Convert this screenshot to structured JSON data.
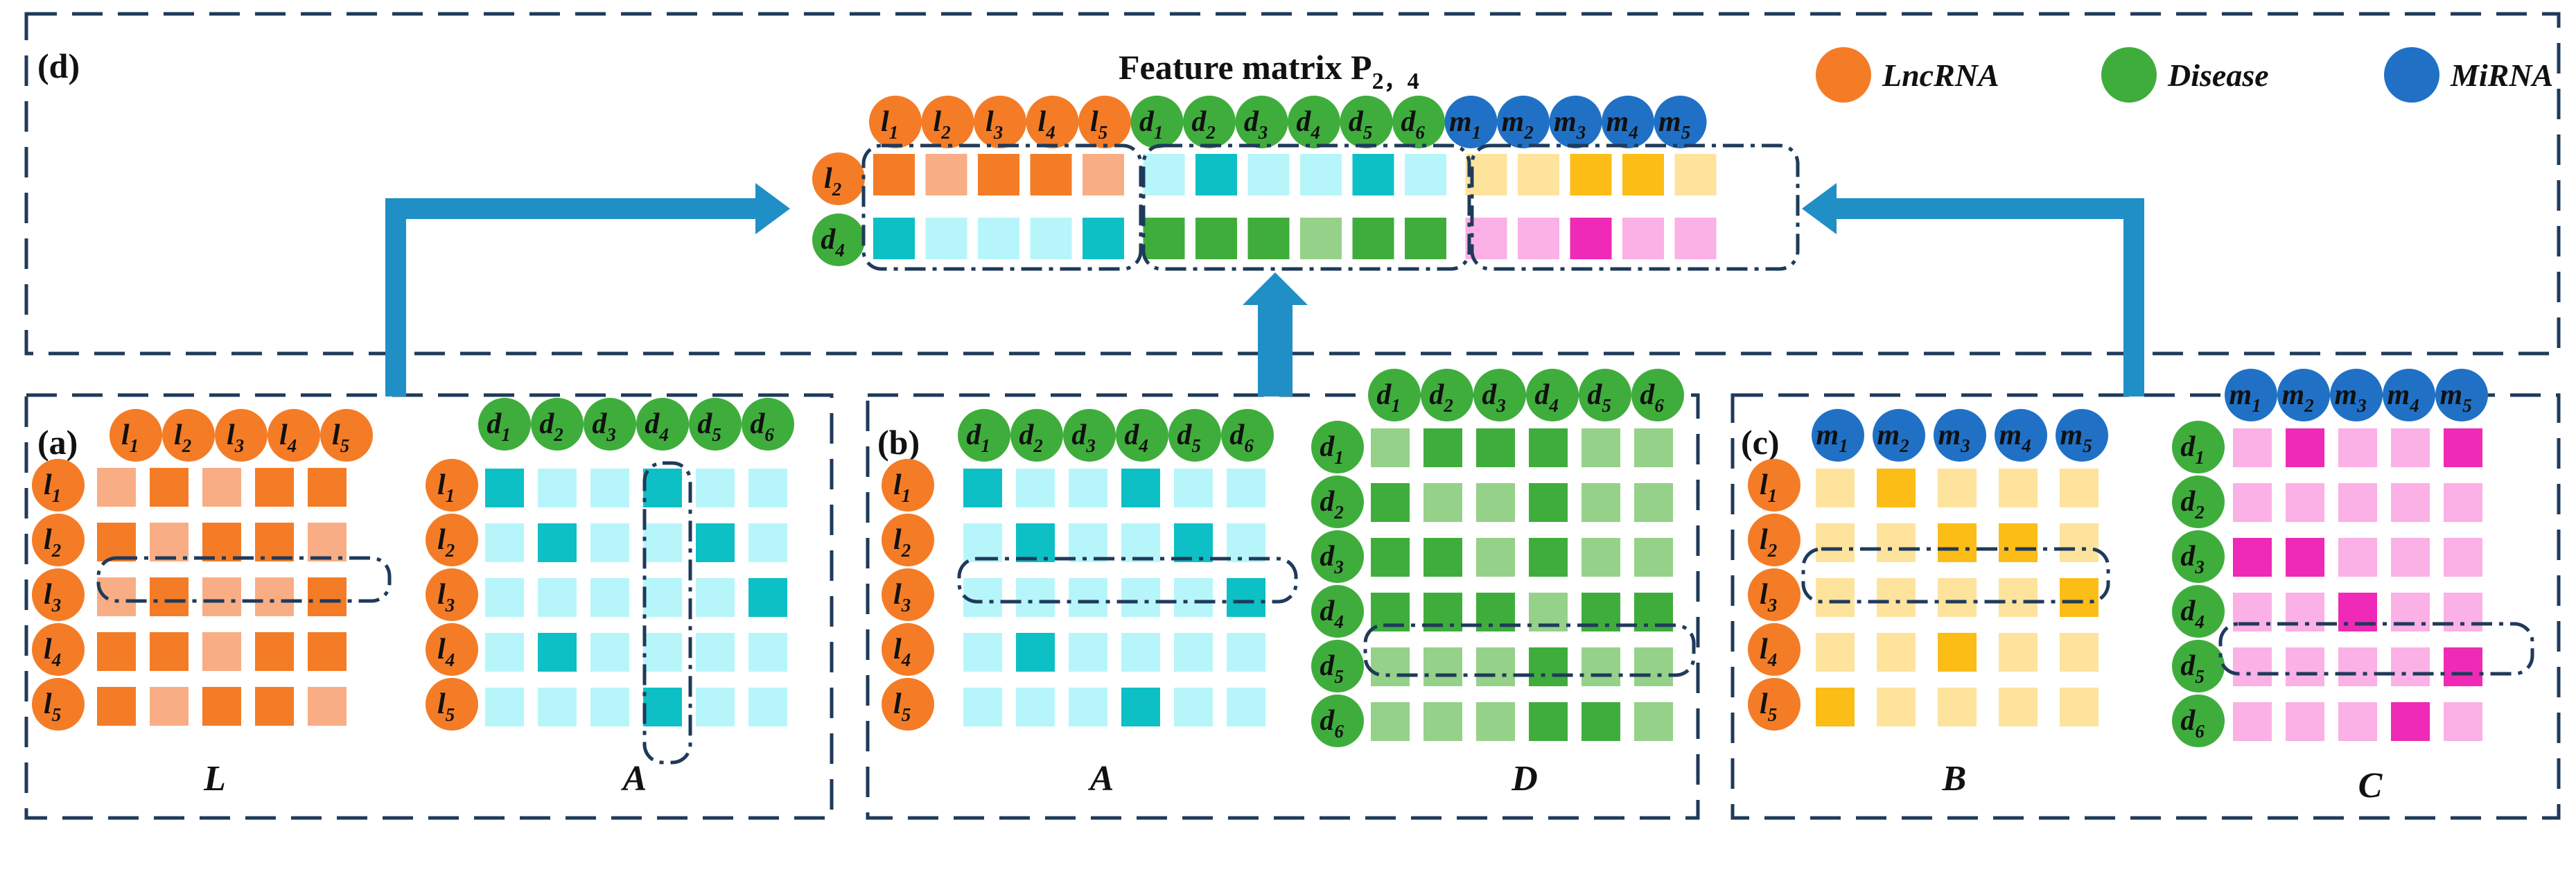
{
  "colors": {
    "lnc_dark": "#f47c26",
    "lnc_light": "#f9ad84",
    "cyan_dark": "#0cc0c6",
    "cyan_light": "#b6f6fb",
    "green_dark": "#3fad3c",
    "green_light": "#96d18a",
    "yellow_dark": "#fbbd16",
    "yellow_light": "#fde39c",
    "pink_dark": "#ee2ab6",
    "pink_light": "#fbb0e6",
    "lnc_node": "#f47c26",
    "disease_node": "#3fad3c",
    "mirna_node": "#2071c6",
    "frame": "#1f3a5a",
    "arrow": "#1f8fc6"
  },
  "panel_d": {
    "label": "(d)",
    "title": "Feature matrix P",
    "title_sub": "2，4"
  },
  "legend": [
    {
      "name": "lnc-legend",
      "label": "LncRNA",
      "color": "#f47c26"
    },
    {
      "name": "disease-legend",
      "label": "Disease",
      "color": "#3fad3c"
    },
    {
      "name": "mirna-legend",
      "label": "MiRNA",
      "color": "#2071c6"
    }
  ],
  "panels": {
    "a": {
      "label": "(a)"
    },
    "b": {
      "label": "(b)"
    },
    "c": {
      "label": "(c)"
    }
  },
  "nodes": {
    "l": [
      {
        "base": "l",
        "sub": "1"
      },
      {
        "base": "l",
        "sub": "2"
      },
      {
        "base": "l",
        "sub": "3"
      },
      {
        "base": "l",
        "sub": "4"
      },
      {
        "base": "l",
        "sub": "5"
      }
    ],
    "d": [
      {
        "base": "d",
        "sub": "1"
      },
      {
        "base": "d",
        "sub": "2"
      },
      {
        "base": "d",
        "sub": "3"
      },
      {
        "base": "d",
        "sub": "4"
      },
      {
        "base": "d",
        "sub": "5"
      },
      {
        "base": "d",
        "sub": "6"
      }
    ],
    "m": [
      {
        "base": "m",
        "sub": "1"
      },
      {
        "base": "m",
        "sub": "2"
      },
      {
        "base": "m",
        "sub": "3"
      },
      {
        "base": "m",
        "sub": "4"
      },
      {
        "base": "m",
        "sub": "5"
      }
    ],
    "feature_rows": [
      {
        "base": "l",
        "sub": "2"
      },
      {
        "base": "d",
        "sub": "4"
      }
    ]
  },
  "matrices": {
    "L": {
      "label": "L",
      "dark": "lnc_dark",
      "light": "lnc_light",
      "cells": [
        [
          0,
          1,
          0,
          1,
          1
        ],
        [
          1,
          0,
          1,
          1,
          0
        ],
        [
          0,
          1,
          0,
          0,
          1
        ],
        [
          1,
          1,
          0,
          1,
          1
        ],
        [
          1,
          0,
          1,
          1,
          0
        ]
      ]
    },
    "A_a": {
      "label": "A",
      "dark": "cyan_dark",
      "light": "cyan_light",
      "cells": [
        [
          1,
          0,
          0,
          1,
          0,
          0
        ],
        [
          0,
          1,
          0,
          0,
          1,
          0
        ],
        [
          0,
          0,
          0,
          0,
          0,
          1
        ],
        [
          0,
          1,
          0,
          0,
          0,
          0
        ],
        [
          0,
          0,
          0,
          1,
          0,
          0
        ]
      ]
    },
    "A_b": {
      "label": "A",
      "dark": "cyan_dark",
      "light": "cyan_light",
      "cells": [
        [
          1,
          0,
          0,
          1,
          0,
          0
        ],
        [
          0,
          1,
          0,
          0,
          1,
          0
        ],
        [
          0,
          0,
          0,
          0,
          0,
          1
        ],
        [
          0,
          1,
          0,
          0,
          0,
          0
        ],
        [
          0,
          0,
          0,
          1,
          0,
          0
        ]
      ]
    },
    "D": {
      "label": "D",
      "dark": "green_dark",
      "light": "green_light",
      "cells": [
        [
          0,
          1,
          1,
          1,
          0,
          0
        ],
        [
          1,
          0,
          0,
          1,
          0,
          0
        ],
        [
          1,
          1,
          0,
          1,
          0,
          0
        ],
        [
          1,
          1,
          1,
          0,
          1,
          1
        ],
        [
          0,
          0,
          0,
          1,
          0,
          0
        ],
        [
          0,
          0,
          0,
          1,
          1,
          0
        ]
      ]
    },
    "B": {
      "label": "B",
      "dark": "yellow_dark",
      "light": "yellow_light",
      "cells": [
        [
          0,
          1,
          0,
          0,
          0
        ],
        [
          0,
          0,
          1,
          1,
          0
        ],
        [
          0,
          0,
          0,
          0,
          1
        ],
        [
          0,
          0,
          1,
          0,
          0
        ],
        [
          1,
          0,
          0,
          0,
          0
        ]
      ]
    },
    "C": {
      "label": "C",
      "dark": "pink_dark",
      "light": "pink_light",
      "cells": [
        [
          0,
          1,
          0,
          0,
          1
        ],
        [
          0,
          0,
          0,
          0,
          0
        ],
        [
          1,
          1,
          0,
          0,
          0
        ],
        [
          0,
          0,
          1,
          0,
          0
        ],
        [
          0,
          0,
          0,
          0,
          1
        ],
        [
          0,
          0,
          0,
          1,
          0
        ]
      ]
    },
    "feature": {
      "rows": [
        [
          [
            "lnc_dark",
            1
          ],
          [
            "lnc_light",
            0
          ],
          [
            "lnc_dark",
            1
          ],
          [
            "lnc_dark",
            1
          ],
          [
            "lnc_light",
            0
          ],
          [
            "cyan_light",
            0
          ],
          [
            "cyan_dark",
            1
          ],
          [
            "cyan_light",
            0
          ],
          [
            "cyan_light",
            0
          ],
          [
            "cyan_dark",
            1
          ],
          [
            "cyan_light",
            0
          ],
          [
            "yellow_light",
            0
          ],
          [
            "yellow_light",
            0
          ],
          [
            "yellow_dark",
            1
          ],
          [
            "yellow_dark",
            1
          ],
          [
            "yellow_light",
            0
          ]
        ],
        [
          [
            "cyan_dark",
            1
          ],
          [
            "cyan_light",
            0
          ],
          [
            "cyan_light",
            0
          ],
          [
            "cyan_light",
            0
          ],
          [
            "cyan_dark",
            1
          ],
          [
            "green_dark",
            1
          ],
          [
            "green_dark",
            1
          ],
          [
            "green_dark",
            1
          ],
          [
            "green_light",
            0
          ],
          [
            "green_dark",
            1
          ],
          [
            "green_dark",
            1
          ],
          [
            "pink_light",
            0
          ],
          [
            "pink_light",
            0
          ],
          [
            "pink_dark",
            1
          ],
          [
            "pink_light",
            0
          ],
          [
            "pink_light",
            0
          ]
        ]
      ]
    }
  }
}
